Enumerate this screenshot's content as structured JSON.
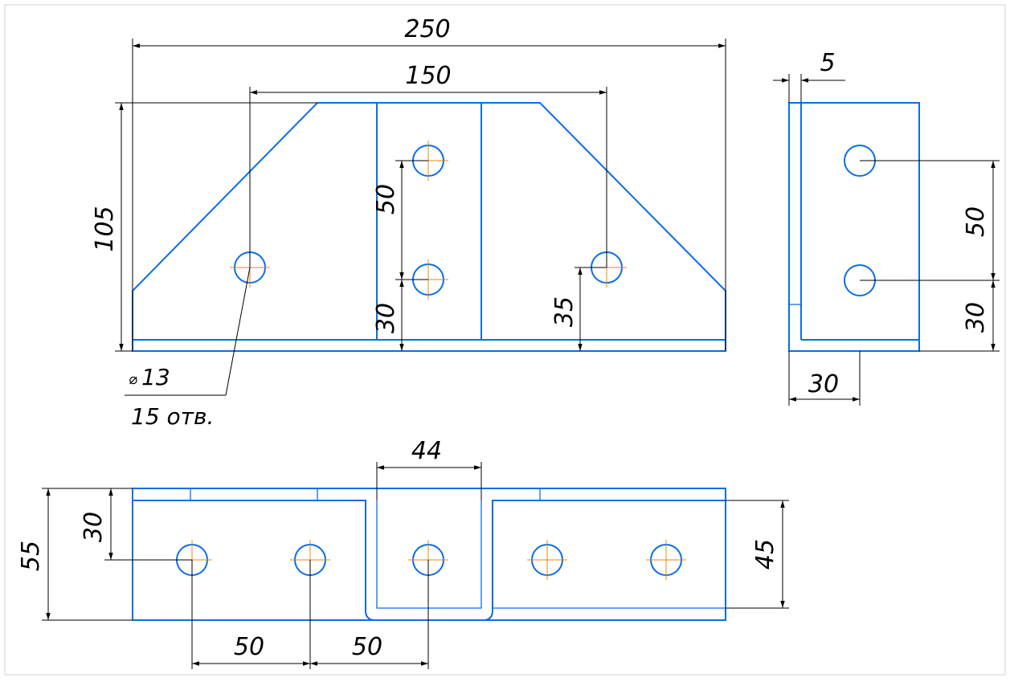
{
  "front_view": {
    "dim_overall_width": "250",
    "dim_hole_span": "150",
    "dim_height": "105",
    "dim_center_hole_spacing": "50",
    "dim_center_hole_bottom": "30",
    "dim_side_hole_bottom": "35"
  },
  "side_view": {
    "dim_thickness": "5",
    "dim_hole_spacing": "50",
    "dim_hole_bottom": "30",
    "dim_hole_offset": "30"
  },
  "top_view": {
    "dim_slot_width": "44",
    "dim_depth": "55",
    "dim_hole_from_edge": "30",
    "dim_inner_depth": "45",
    "dim_pitch_1": "50",
    "dim_pitch_2": "50"
  },
  "note": {
    "diameter_symbol": "⌀",
    "hole_diameter": "13",
    "hole_count": "15 отв."
  }
}
